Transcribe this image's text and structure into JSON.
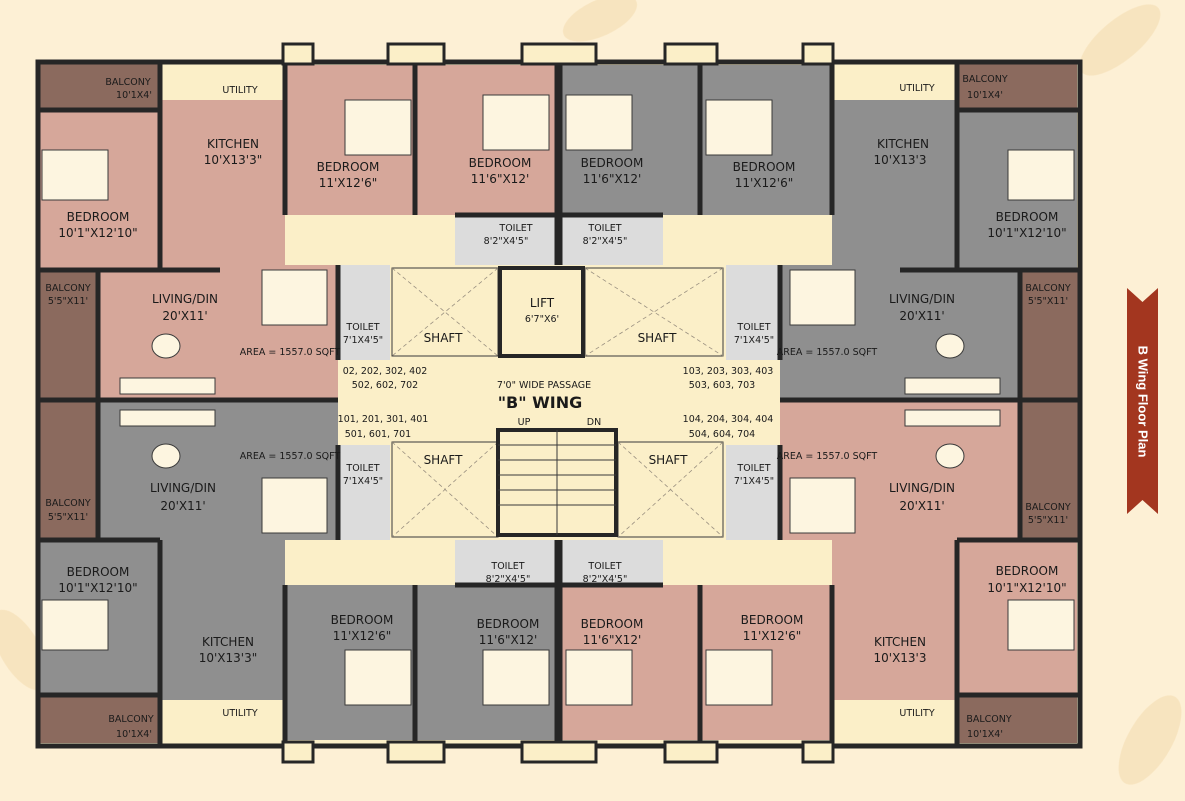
{
  "colors": {
    "background": "#fdf0d5",
    "pink_flat": "#d6a79a",
    "grey_flat": "#8f8f8f",
    "balcony": "#8b6a5e",
    "common": "#fbefc8",
    "toilet": "#dcdcdc",
    "ribbon": "#a3361f"
  },
  "ribbon": {
    "label": "B Wing Floor Plan"
  },
  "wing": {
    "title": "\"B\" WING",
    "passage": "7'0\" WIDE PASSAGE"
  },
  "lift": {
    "label": "LIFT",
    "size": "6'7\"X6'"
  },
  "stair": {
    "up": "UP",
    "dn": "DN"
  },
  "shaft": "SHAFT",
  "flat_numbers": {
    "tl_1": "02, 202, 302, 402",
    "tl_2": "502, 602, 702",
    "tr_1": "103, 203, 303, 403",
    "tr_2": "503, 603, 703",
    "bl_1": "101, 201, 301, 401",
    "bl_2": "501, 601, 701",
    "br_1": "104, 204, 304, 404",
    "br_2": "504, 604, 704"
  },
  "area": "AREA = 1557.0 SQFT",
  "labels": {
    "balcony": "BALCONY",
    "balcony_small": "10'1X4'",
    "balcony_side": "5'5\"X11'",
    "utility": "UTILITY",
    "kitchen": "KITCHEN",
    "kitchen_size_a": "10'X13'3\"",
    "kitchen_size_b": "10'X13'3",
    "bedroom": "BEDROOM",
    "bedroom_corner": "10'1\"X12'10\"",
    "bedroom_mid": "11'X12'6\"",
    "bedroom_inner": "11'6\"X12'",
    "living": "LIVING/DIN",
    "living_size": "20'X11'",
    "toilet": "TOILET",
    "toilet_inner": "8'2\"X4'5\"",
    "toilet_side": "7'1X4'5\""
  }
}
